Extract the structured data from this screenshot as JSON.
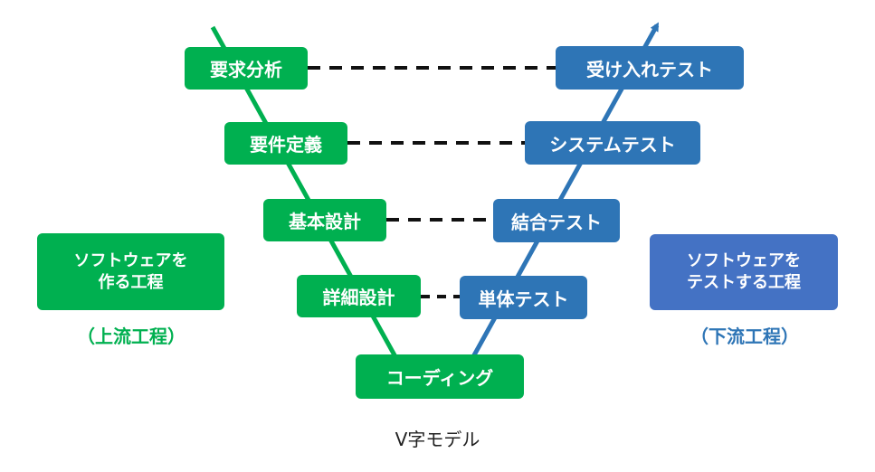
{
  "colors": {
    "upstream": "#00b050",
    "downstream": "#2e75b6",
    "downstream_label_box": "#4472c4",
    "dash": "#111111"
  },
  "left_steps": [
    "要求分析",
    "要件定義",
    "基本設計",
    "詳細設計"
  ],
  "bottom_step": "コーディング",
  "right_steps": [
    "受け入れテスト",
    "システムテスト",
    "結合テスト",
    "単体テスト"
  ],
  "upstream_box": {
    "line1": "ソフトウェアを",
    "line2": "作る工程"
  },
  "upstream_label": "（上流工程）",
  "downstream_box": {
    "line1": "ソフトウェアを",
    "line2": "テストする工程"
  },
  "downstream_label": "（下流工程）",
  "caption": "V字モデル"
}
